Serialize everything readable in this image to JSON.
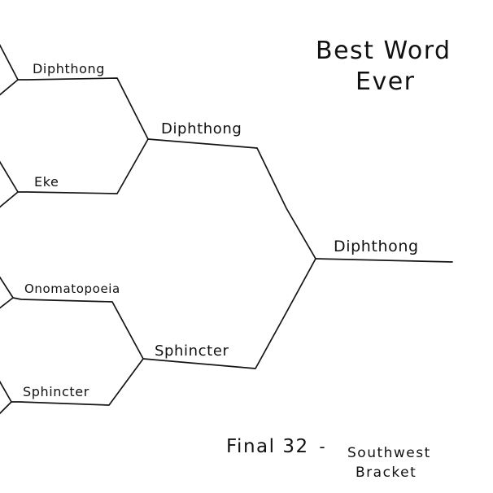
{
  "title": {
    "line1": "Best Word",
    "line2": "Ever"
  },
  "bracket": {
    "round1": {
      "a": "Diphthong",
      "b": "Eke",
      "c": "Onomatopoeia",
      "d": "Sphincter"
    },
    "round2": {
      "top": "Diphthong",
      "bottom": "Sphincter"
    },
    "winner": "Diphthong"
  },
  "footer": {
    "label": "Final 32",
    "separator": "-",
    "region_line1": "Southwest",
    "region_line2": "Bracket"
  }
}
